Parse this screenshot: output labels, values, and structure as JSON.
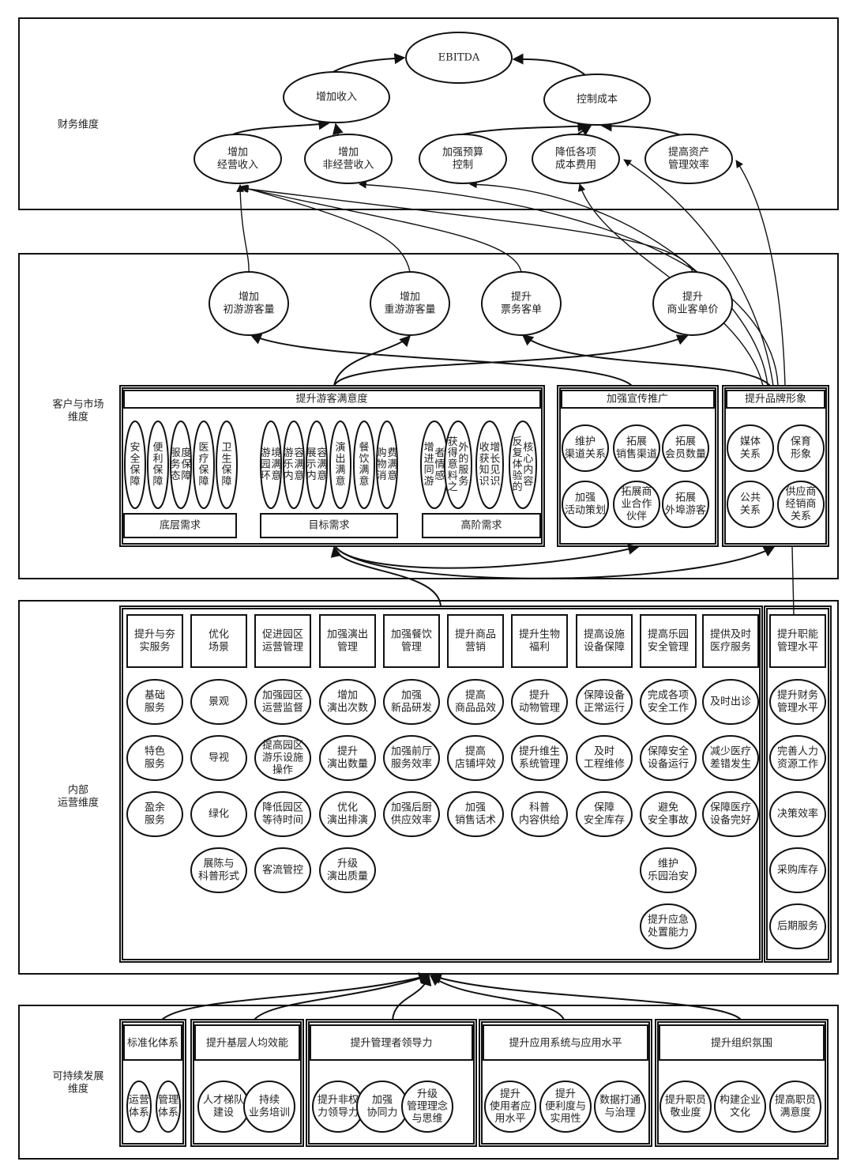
{
  "dimensions": {
    "financial": {
      "label": [
        "财务维度"
      ]
    },
    "customer": {
      "label": [
        "客户与市场",
        "维度"
      ]
    },
    "internal": {
      "label": [
        "内部",
        "运营维度"
      ]
    },
    "sustainable": {
      "label": [
        "可持续发展",
        "维度"
      ]
    }
  },
  "financial": {
    "ebitda": [
      "EBITDA"
    ],
    "increase_revenue": [
      "增加收入"
    ],
    "control_cost": [
      "控制成本"
    ],
    "op_revenue": [
      "增加",
      "经营收入"
    ],
    "nonop_revenue": [
      "增加",
      "非经营收入"
    ],
    "budget": [
      "加强预算",
      "控制"
    ],
    "reduce_cost": [
      "降低各项",
      "成本费用"
    ],
    "asset_eff": [
      "提高资产",
      "管理效率"
    ]
  },
  "customer": {
    "targets": [
      [
        "增加",
        "初游游客量"
      ],
      [
        "增加",
        "重游游客量"
      ],
      [
        "提升",
        "票务客单"
      ],
      [
        "提升",
        "商业客单价"
      ]
    ],
    "satisfaction": {
      "title": "提升游客满意度",
      "groups": [
        {
          "label": "底层需求",
          "items": [
            "安全保障",
            "便利保障",
            "服务态度保障",
            "医疗保障",
            "卫生保障"
          ]
        },
        {
          "label": "目标需求",
          "items": [
            "游园环境满意",
            "游乐内容满意",
            "展示内容满意",
            "演出满意",
            "餐饮满意",
            "购物消费满意"
          ]
        },
        {
          "label": "高阶需求",
          "items": [
            "增进同游者情感",
            "获得意料之外的服务",
            "收获知识增长见识",
            "反复体验的核心内容"
          ]
        }
      ]
    },
    "promotion": {
      "title": "加强宣传推广",
      "items": [
        [
          "维护",
          "渠道关系"
        ],
        [
          "拓展",
          "销售渠道"
        ],
        [
          "拓展",
          "会员数量"
        ],
        [
          "加强",
          "活动策划"
        ],
        [
          "拓展商",
          "业合作",
          "伙伴"
        ],
        [
          "拓展",
          "外埠游客"
        ]
      ]
    },
    "brand": {
      "title": "提升品牌形象",
      "items": [
        [
          "媒体",
          "关系"
        ],
        [
          "保育",
          "形象"
        ],
        [
          "公共",
          "关系"
        ],
        [
          "供应商",
          "经销商",
          "关系"
        ]
      ]
    }
  },
  "internal": {
    "columns": [
      {
        "header": [
          "提升与夯",
          "实服务"
        ],
        "items": [
          [
            "基础",
            "服务"
          ],
          [
            "特色",
            "服务"
          ],
          [
            "盈余",
            "服务"
          ]
        ]
      },
      {
        "header": [
          "优化",
          "场景"
        ],
        "items": [
          [
            "景观"
          ],
          [
            "导视"
          ],
          [
            "绿化"
          ],
          [
            "展陈与",
            "科普形式"
          ]
        ]
      },
      {
        "header": [
          "促进园区",
          "运营管理"
        ],
        "items": [
          [
            "加强园区",
            "运营监督"
          ],
          [
            "提高园区",
            "游乐设施",
            "操作"
          ],
          [
            "降低园区",
            "等待时间"
          ],
          [
            "客流管控"
          ]
        ]
      },
      {
        "header": [
          "加强演出",
          "管理"
        ],
        "items": [
          [
            "增加",
            "演出次数"
          ],
          [
            "提升",
            "演出数量"
          ],
          [
            "优化",
            "演出排演"
          ],
          [
            "升级",
            "演出质量"
          ]
        ]
      },
      {
        "header": [
          "加强餐饮",
          "管理"
        ],
        "items": [
          [
            "加强",
            "新品研发"
          ],
          [
            "加强前厅",
            "服务效率"
          ],
          [
            "加强后厨",
            "供应效率"
          ]
        ]
      },
      {
        "header": [
          "提升商品",
          "营销"
        ],
        "items": [
          [
            "提高",
            "商品品效"
          ],
          [
            "提高",
            "店铺坪效"
          ],
          [
            "加强",
            "销售话术"
          ]
        ]
      },
      {
        "header": [
          "提升生物",
          "福利"
        ],
        "items": [
          [
            "提升",
            "动物管理"
          ],
          [
            "提升维生",
            "系统管理"
          ],
          [
            "科普",
            "内容供给"
          ]
        ]
      },
      {
        "header": [
          "提高设施",
          "设备保障"
        ],
        "items": [
          [
            "保障设备",
            "正常运行"
          ],
          [
            "及时",
            "工程维修"
          ],
          [
            "保障",
            "安全库存"
          ]
        ]
      },
      {
        "header": [
          "提高乐园",
          "安全管理"
        ],
        "items": [
          [
            "完成各项",
            "安全工作"
          ],
          [
            "保障安全",
            "设备运行"
          ],
          [
            "避免",
            "安全事故"
          ],
          [
            "维护",
            "乐园治安"
          ],
          [
            "提升应急",
            "处置能力"
          ]
        ]
      },
      {
        "header": [
          "提供及时",
          "医疗服务"
        ],
        "items": [
          [
            "及时出诊"
          ],
          [
            "减少医疗",
            "差错发生"
          ],
          [
            "保障医疗",
            "设备完好"
          ]
        ]
      }
    ],
    "functional": {
      "header": [
        "提升职能",
        "管理水平"
      ],
      "items": [
        [
          "提升财务",
          "管理水平"
        ],
        [
          "完善人力",
          "资源工作"
        ],
        [
          "决策效率"
        ],
        [
          "采购库存"
        ],
        [
          "后期服务"
        ]
      ]
    }
  },
  "sustainable": {
    "groups": [
      {
        "title": "标准化体系",
        "items": [
          [
            "运营",
            "体系"
          ],
          [
            "管理",
            "体系"
          ]
        ]
      },
      {
        "title": "提升基层人均效能",
        "items": [
          [
            "人才梯队",
            "建设"
          ],
          [
            "持续",
            "业务培训"
          ]
        ]
      },
      {
        "title": "提升管理者领导力",
        "items": [
          [
            "提升非权",
            "力领导力"
          ],
          [
            "加强",
            "协同力"
          ],
          [
            "升级",
            "管理理念",
            "与思维"
          ]
        ]
      },
      {
        "title": "提升应用系统与应用水平",
        "items": [
          [
            "提升",
            "使用者应",
            "用水平"
          ],
          [
            "提升",
            "便利度与",
            "实用性"
          ],
          [
            "数据打通",
            "与治理"
          ]
        ]
      },
      {
        "title": "提升组织氛围",
        "items": [
          [
            "提升职员",
            "敬业度"
          ],
          [
            "构建企业",
            "文化"
          ],
          [
            "提高职员",
            "满意度"
          ]
        ]
      }
    ]
  }
}
